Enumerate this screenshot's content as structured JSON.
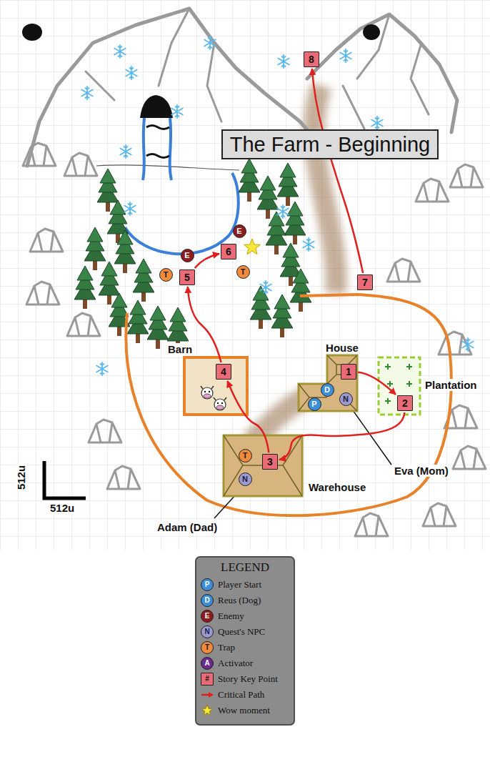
{
  "diagram": {
    "title": "The Farm - Beginning",
    "nodes": [
      {
        "text": [
          "8"
        ]
      },
      {
        "text": [
          "E"
        ]
      },
      {
        "text": [
          "6"
        ]
      },
      {
        "text": [
          "T"
        ]
      },
      {
        "text": [
          "E"
        ]
      },
      {
        "text": [
          "T"
        ]
      },
      {
        "text": [
          "5"
        ]
      },
      {
        "text": [
          "7"
        ]
      },
      {
        "text": [
          "House"
        ]
      },
      {
        "text": [
          "1"
        ],
        "in": 8
      },
      {
        "text": [
          "D"
        ],
        "in": 8
      },
      {
        "text": [
          "N"
        ],
        "in": 8
      },
      {
        "text": [
          "P"
        ],
        "in": 8
      },
      {
        "text": [
          "Plantation"
        ]
      },
      {
        "text": [
          "2"
        ],
        "in": 13
      },
      {
        "text": [
          "Barn"
        ]
      },
      {
        "text": [
          "4"
        ],
        "in": 15
      },
      {
        "text": [
          "Warehouse"
        ]
      },
      {
        "text": [
          "T"
        ],
        "in": 17
      },
      {
        "text": [
          "3"
        ],
        "in": 17
      },
      {
        "text": [
          "N"
        ],
        "in": 17
      }
    ],
    "edges": [
      {
        "from": 9,
        "to": 14,
        "arrow": "to"
      },
      {
        "from": 14,
        "to": 19,
        "arrow": "to"
      },
      {
        "from": 19,
        "to": 16,
        "arrow": "to"
      },
      {
        "from": 16,
        "to": 6,
        "arrow": "to"
      },
      {
        "from": 6,
        "to": 2,
        "arrow": "to"
      },
      {
        "from": 7,
        "to": 0,
        "arrow": "to"
      }
    ],
    "labels": [
      "LEGEND",
      "P",
      "D",
      "E",
      "N",
      "T",
      "A",
      "#",
      "Eva (Mom)",
      "Adam (Dad)",
      "512u",
      "512u"
    ],
    "legend": [
      {
        "text": "Player Start",
        "color": "#3a8fd8"
      },
      {
        "text": "Reus (Dog)",
        "color": "#3a8fd8"
      },
      {
        "text": "Enemy",
        "color": "#8e1b1b"
      },
      {
        "text": "Quest's NPC",
        "color": "#9b9bd0"
      },
      {
        "text": "Trap",
        "color": "#f08a3c"
      },
      {
        "text": "Activator",
        "color": "#6a2a8e"
      },
      {
        "text": "Story Key Point",
        "color": "#ea6b78"
      },
      {
        "text": "Critical Path"
      },
      {
        "text": "Wow moment"
      }
    ]
  }
}
